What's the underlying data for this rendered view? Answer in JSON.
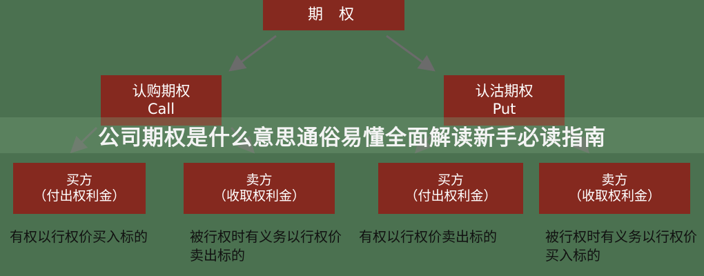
{
  "root": {
    "label": "期 权"
  },
  "call": {
    "cn": "认购期权",
    "en": "Call"
  },
  "put": {
    "cn": "认沽期权",
    "en": "Put"
  },
  "leaves": [
    {
      "title": "买方",
      "sub": "（付出权利金）",
      "desc": "有权以行权价买入标的"
    },
    {
      "title": "卖方",
      "sub": "（收取权利金）",
      "desc": "被行权时有义务以行权价卖出标的"
    },
    {
      "title": "买方",
      "sub": "（付出权利金）",
      "desc": "有权以行权价卖出标的"
    },
    {
      "title": "卖方",
      "sub": "（收取权利金）",
      "desc": "被行权时有义务以行权价买入标的"
    }
  ],
  "banner": {
    "title": "公司期权是什么意思通俗易懂全面解读新手必读指南"
  },
  "colors": {
    "background": "#4b7150",
    "box": "#85291f",
    "arrow": "#6b6b6b"
  }
}
